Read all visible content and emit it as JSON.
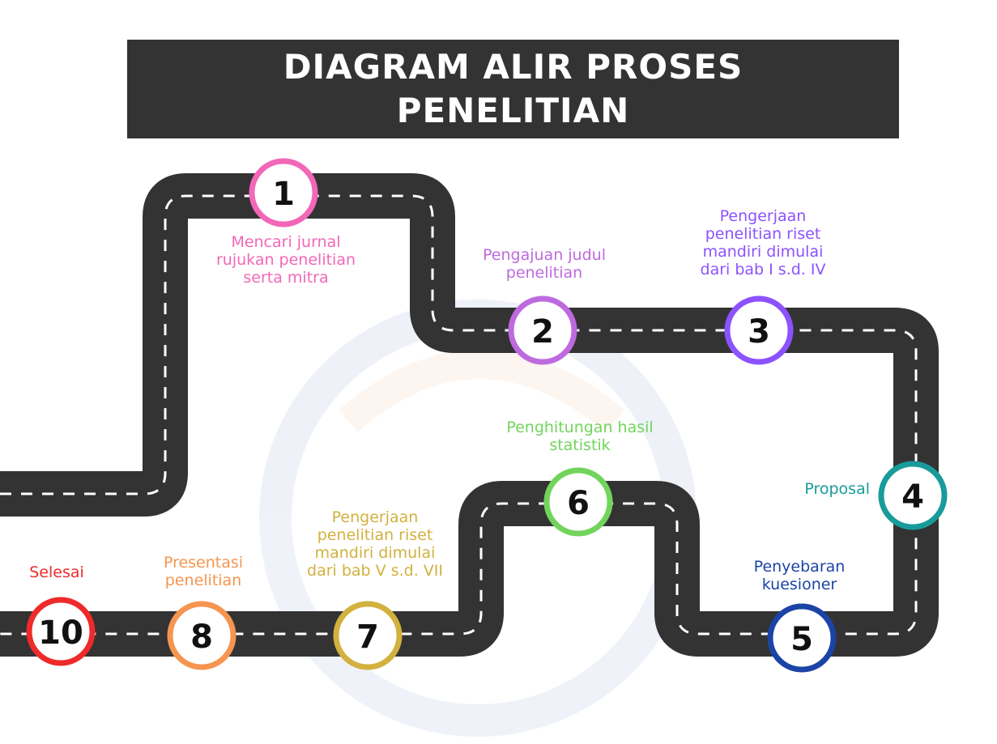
{
  "title": {
    "line1": "DIAGRAM ALIR PROSES",
    "line2": "PENELITIAN"
  },
  "colors": {
    "road": "#333333",
    "lane_marking": "#ffffff",
    "banner": "#333333"
  },
  "steps": [
    {
      "number": "1",
      "color": "#f267b8",
      "label_lines": [
        "Mencari jurnal",
        "rujukan penelitian",
        "serta mitra"
      ]
    },
    {
      "number": "2",
      "color": "#bd6adf",
      "label_lines": [
        "Pengajuan judul",
        "penelitian"
      ]
    },
    {
      "number": "3",
      "color": "#8c52ff",
      "label_lines": [
        "Pengerjaan",
        "penelitian riset",
        "mandiri dimulai",
        "dari bab I s.d. IV"
      ]
    },
    {
      "number": "4",
      "color": "#199b9b",
      "label_lines": [
        "Proposal"
      ]
    },
    {
      "number": "5",
      "color": "#1b44a6",
      "label_lines": [
        "Penyebaran",
        "kuesioner"
      ]
    },
    {
      "number": "6",
      "color": "#72d45c",
      "label_lines": [
        "Penghitungan hasil",
        "statistik"
      ]
    },
    {
      "number": "7",
      "color": "#d2b13e",
      "label_lines": [
        "Pengerjaan",
        "penelitian riset",
        "mandiri dimulai",
        "dari bab V s.d. VII"
      ]
    },
    {
      "number": "8",
      "color": "#f59550",
      "label_lines": [
        "Presentasi",
        "penelitian"
      ]
    },
    {
      "number": "10",
      "color": "#ee2a2a",
      "label_lines": [
        "Selesai"
      ]
    }
  ]
}
